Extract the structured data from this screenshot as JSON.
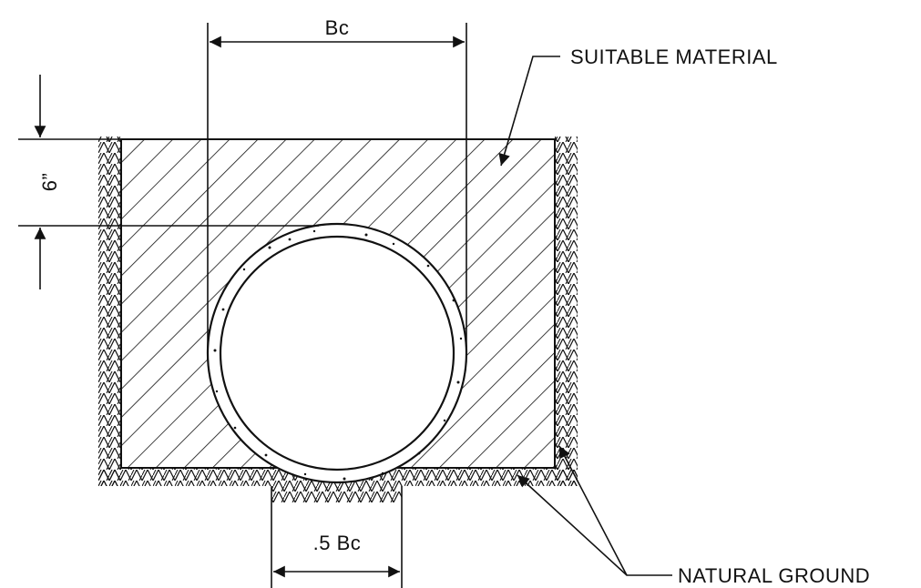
{
  "labels": {
    "top_width": "Bc",
    "bottom_width": ".5 Bc",
    "depth": "6”",
    "material": "SUITABLE MATERIAL",
    "ground": "NATURAL GROUND"
  },
  "colors": {
    "ink": "#111111",
    "paper": "#ffffff"
  }
}
